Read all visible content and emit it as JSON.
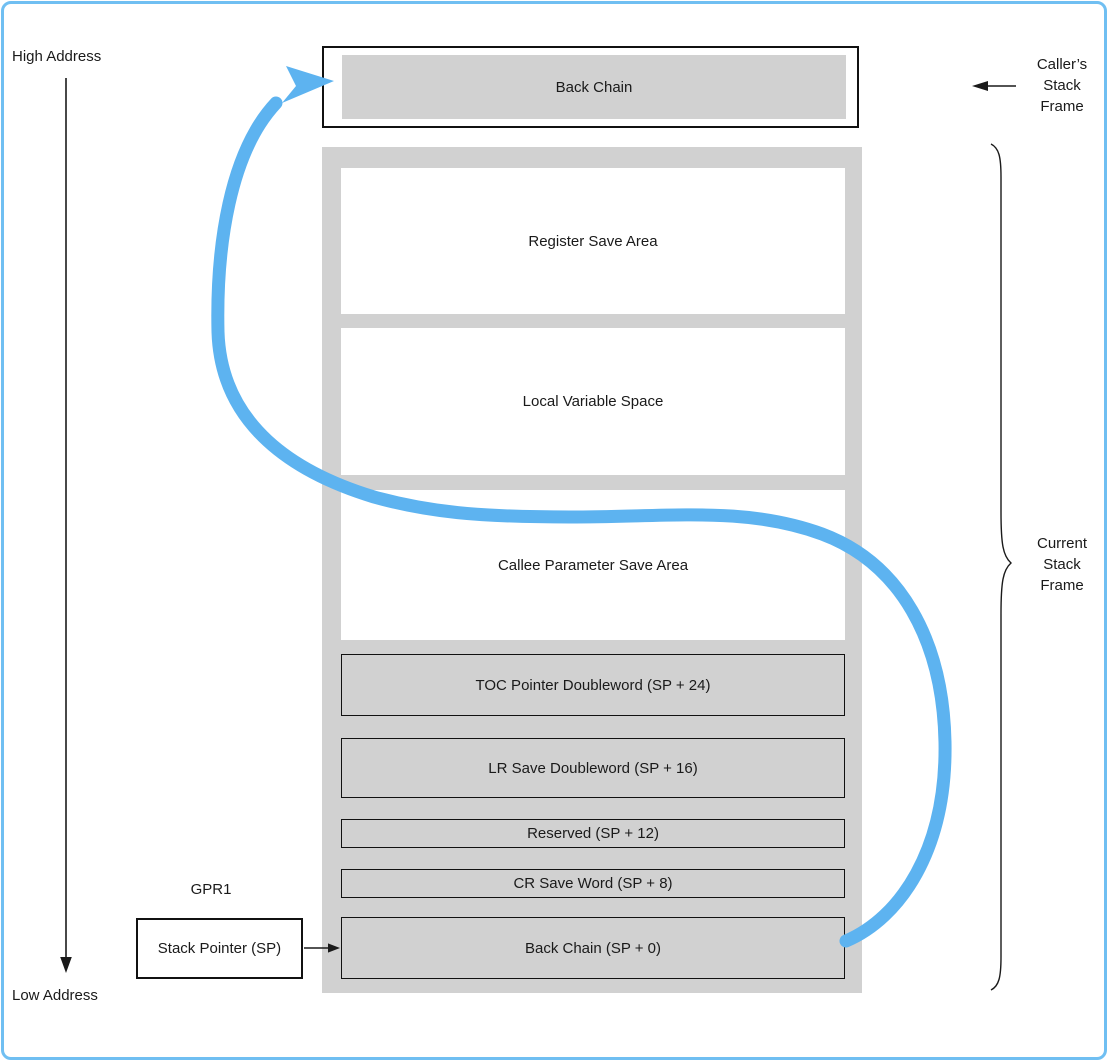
{
  "labels": {
    "high_address": "High Address",
    "low_address": "Low Address",
    "gpr1": "GPR1",
    "stack_pointer": "Stack Pointer (SP)"
  },
  "caller_frame": {
    "box_label": "Back Chain",
    "side_label_lines": [
      "Caller’s",
      "Stack",
      "Frame"
    ]
  },
  "current_frame": {
    "side_label_lines": [
      "Current",
      "Stack",
      "Frame"
    ],
    "rows": [
      {
        "label": "Register Save Area",
        "fill": "white"
      },
      {
        "label": "Local Variable Space",
        "fill": "white"
      },
      {
        "label": "Callee Parameter Save Area",
        "fill": "white"
      },
      {
        "label": "TOC Pointer Doubleword (SP + 24)",
        "fill": "gray"
      },
      {
        "label": "LR Save Doubleword (SP + 16)",
        "fill": "gray"
      },
      {
        "label": "Reserved (SP + 12)",
        "fill": "gray"
      },
      {
        "label": "CR Save Word (SP + 8)",
        "fill": "gray"
      },
      {
        "label": "Back Chain (SP + 0)",
        "fill": "gray"
      }
    ]
  },
  "icons": {
    "high_to_low_arrow": "downward-arrow",
    "caller_frame_arrow": "leftward-arrow",
    "sp_arrow": "rightward-arrow",
    "current_frame_brace": "right-curly-brace",
    "back_chain_arrow": "thick-curved-arrow"
  },
  "colors": {
    "arrow_blue": "#5db3f0",
    "border_blue": "#70bff2",
    "box_gray": "#d1d1d1",
    "ink": "#1a1a1a"
  }
}
